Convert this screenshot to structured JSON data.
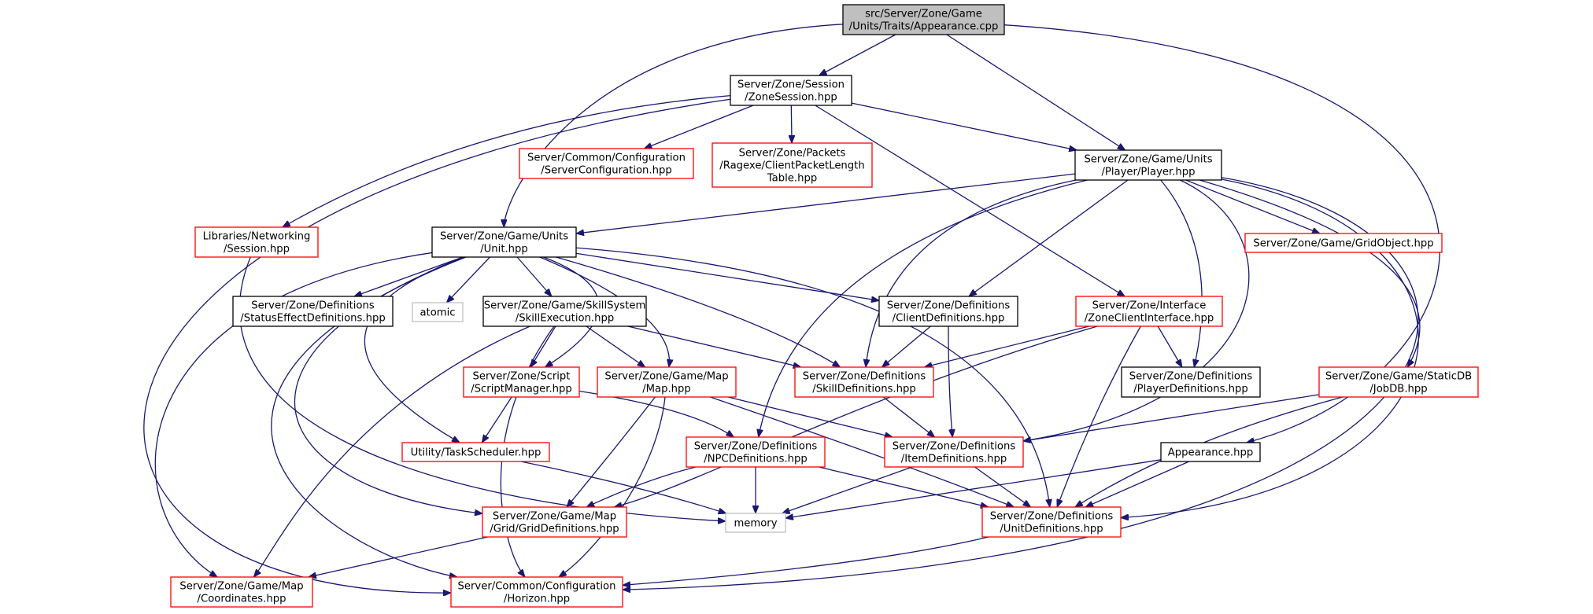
{
  "colors": {
    "edge": "#191970",
    "root_fill": "#bfbfbf",
    "border_black": "#000000",
    "border_red": "#ff0000",
    "border_gray": "#bfbfbf"
  },
  "nodes": [
    {
      "id": "appearance_cpp",
      "lines": [
        "src/Server/Zone/Game",
        "/Units/Traits/Appearance.cpp"
      ],
      "style": "root"
    },
    {
      "id": "zone_session",
      "lines": [
        "Server/Zone/Session",
        "/ZoneSession.hpp"
      ],
      "style": "black"
    },
    {
      "id": "server_configuration",
      "lines": [
        "Server/Common/Configuration",
        "/ServerConfiguration.hpp"
      ],
      "style": "red"
    },
    {
      "id": "client_packet_length",
      "lines": [
        "Server/Zone/Packets",
        "/Ragexe/ClientPacketLength",
        "Table.hpp"
      ],
      "style": "red"
    },
    {
      "id": "player",
      "lines": [
        "Server/Zone/Game/Units",
        "/Player/Player.hpp"
      ],
      "style": "black"
    },
    {
      "id": "networking_session",
      "lines": [
        "Libraries/Networking",
        "/Session.hpp"
      ],
      "style": "red"
    },
    {
      "id": "unit",
      "lines": [
        "Server/Zone/Game/Units",
        "/Unit.hpp"
      ],
      "style": "black"
    },
    {
      "id": "grid_object",
      "lines": [
        "Server/Zone/Game/GridObject.hpp"
      ],
      "style": "red"
    },
    {
      "id": "status_effect_defs",
      "lines": [
        "Server/Zone/Definitions",
        "/StatusEffectDefinitions.hpp"
      ],
      "style": "black"
    },
    {
      "id": "atomic",
      "lines": [
        "atomic"
      ],
      "style": "gray"
    },
    {
      "id": "skill_execution",
      "lines": [
        "Server/Zone/Game/SkillSystem",
        "/SkillExecution.hpp"
      ],
      "style": "black"
    },
    {
      "id": "client_defs",
      "lines": [
        "Server/Zone/Definitions",
        "/ClientDefinitions.hpp"
      ],
      "style": "black"
    },
    {
      "id": "zone_client_interface",
      "lines": [
        "Server/Zone/Interface",
        "/ZoneClientInterface.hpp"
      ],
      "style": "red"
    },
    {
      "id": "script_manager",
      "lines": [
        "Server/Zone/Script",
        "/ScriptManager.hpp"
      ],
      "style": "red"
    },
    {
      "id": "map",
      "lines": [
        "Server/Zone/Game/Map",
        "/Map.hpp"
      ],
      "style": "red"
    },
    {
      "id": "skill_defs",
      "lines": [
        "Server/Zone/Definitions",
        "/SkillDefinitions.hpp"
      ],
      "style": "red"
    },
    {
      "id": "player_defs",
      "lines": [
        "Server/Zone/Definitions",
        "/PlayerDefinitions.hpp"
      ],
      "style": "black"
    },
    {
      "id": "job_db",
      "lines": [
        "Server/Zone/Game/StaticDB",
        "/JobDB.hpp"
      ],
      "style": "red"
    },
    {
      "id": "task_scheduler",
      "lines": [
        "Utility/TaskScheduler.hpp"
      ],
      "style": "red"
    },
    {
      "id": "npc_defs",
      "lines": [
        "Server/Zone/Definitions",
        "/NPCDefinitions.hpp"
      ],
      "style": "red"
    },
    {
      "id": "item_defs",
      "lines": [
        "Server/Zone/Definitions",
        "/ItemDefinitions.hpp"
      ],
      "style": "red"
    },
    {
      "id": "appearance_hpp",
      "lines": [
        "Appearance.hpp"
      ],
      "style": "black"
    },
    {
      "id": "grid_defs",
      "lines": [
        "Server/Zone/Game/Map",
        "/Grid/GridDefinitions.hpp"
      ],
      "style": "red"
    },
    {
      "id": "memory",
      "lines": [
        "memory"
      ],
      "style": "gray"
    },
    {
      "id": "unit_defs",
      "lines": [
        "Server/Zone/Definitions",
        "/UnitDefinitions.hpp"
      ],
      "style": "red"
    },
    {
      "id": "coordinates",
      "lines": [
        "Server/Zone/Game/Map",
        "/Coordinates.hpp"
      ],
      "style": "red"
    },
    {
      "id": "horizon",
      "lines": [
        "Server/Common/Configuration",
        "/Horizon.hpp"
      ],
      "style": "red"
    }
  ],
  "edges": [
    [
      "appearance_cpp",
      "zone_session"
    ],
    [
      "appearance_cpp",
      "unit"
    ],
    [
      "appearance_cpp",
      "player"
    ],
    [
      "appearance_cpp",
      "appearance_hpp"
    ],
    [
      "zone_session",
      "server_configuration"
    ],
    [
      "zone_session",
      "client_packet_length"
    ],
    [
      "zone_session",
      "player"
    ],
    [
      "zone_session",
      "networking_session"
    ],
    [
      "zone_session",
      "zone_client_interface"
    ],
    [
      "zone_session",
      "horizon"
    ],
    [
      "player",
      "unit"
    ],
    [
      "player",
      "grid_object"
    ],
    [
      "player",
      "client_defs"
    ],
    [
      "player",
      "skill_defs"
    ],
    [
      "player",
      "npc_defs"
    ],
    [
      "player",
      "player_defs"
    ],
    [
      "player",
      "job_db"
    ],
    [
      "player",
      "item_defs"
    ],
    [
      "player",
      "unit_defs"
    ],
    [
      "player",
      "horizon"
    ],
    [
      "networking_session",
      "memory"
    ],
    [
      "unit",
      "status_effect_defs"
    ],
    [
      "unit",
      "atomic"
    ],
    [
      "unit",
      "skill_execution"
    ],
    [
      "unit",
      "client_defs"
    ],
    [
      "unit",
      "script_manager"
    ],
    [
      "unit",
      "map"
    ],
    [
      "unit",
      "skill_defs"
    ],
    [
      "unit",
      "task_scheduler"
    ],
    [
      "unit",
      "grid_defs"
    ],
    [
      "unit",
      "unit_defs"
    ],
    [
      "unit",
      "coordinates"
    ],
    [
      "unit",
      "horizon"
    ],
    [
      "skill_execution",
      "script_manager"
    ],
    [
      "skill_execution",
      "map"
    ],
    [
      "skill_execution",
      "skill_defs"
    ],
    [
      "skill_execution",
      "coordinates"
    ],
    [
      "skill_execution",
      "horizon"
    ],
    [
      "client_defs",
      "skill_defs"
    ],
    [
      "client_defs",
      "item_defs"
    ],
    [
      "zone_client_interface",
      "skill_defs"
    ],
    [
      "zone_client_interface",
      "player_defs"
    ],
    [
      "zone_client_interface",
      "grid_defs"
    ],
    [
      "zone_client_interface",
      "unit_defs"
    ],
    [
      "script_manager",
      "task_scheduler"
    ],
    [
      "script_manager",
      "npc_defs"
    ],
    [
      "map",
      "item_defs"
    ],
    [
      "map",
      "grid_defs"
    ],
    [
      "map",
      "unit_defs"
    ],
    [
      "map",
      "horizon"
    ],
    [
      "skill_defs",
      "item_defs"
    ],
    [
      "job_db",
      "item_defs"
    ],
    [
      "job_db",
      "unit_defs"
    ],
    [
      "task_scheduler",
      "memory"
    ],
    [
      "npc_defs",
      "grid_defs"
    ],
    [
      "npc_defs",
      "memory"
    ],
    [
      "npc_defs",
      "unit_defs"
    ],
    [
      "item_defs",
      "memory"
    ],
    [
      "item_defs",
      "unit_defs"
    ],
    [
      "appearance_hpp",
      "memory"
    ],
    [
      "appearance_hpp",
      "unit_defs"
    ],
    [
      "grid_defs",
      "coordinates"
    ],
    [
      "unit_defs",
      "horizon"
    ]
  ]
}
